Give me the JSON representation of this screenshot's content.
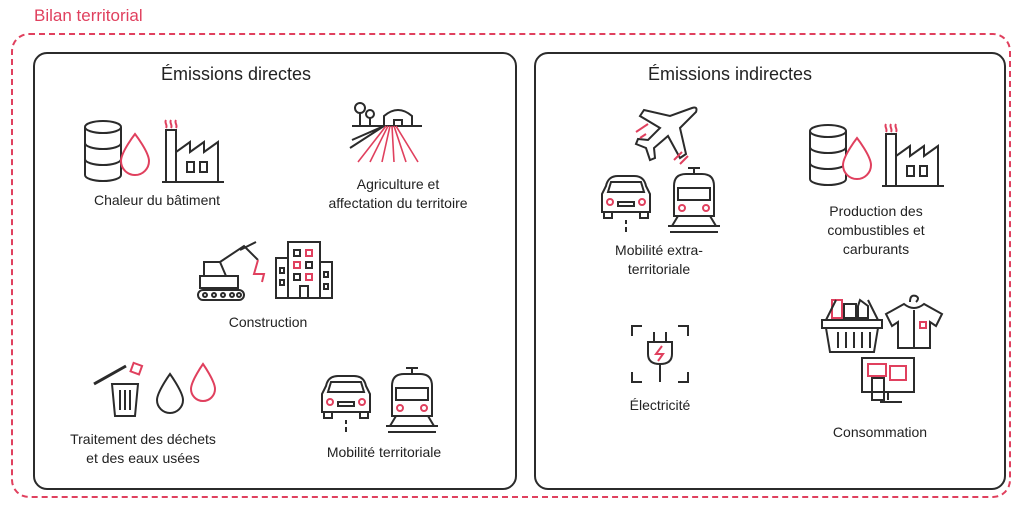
{
  "title": "Bilan territorial",
  "direct": {
    "heading": "Émissions directes",
    "items": {
      "chaleur": {
        "label": "Chaleur du bâtiment"
      },
      "agriculture": {
        "line1": "Agriculture et",
        "line2": "affectation du territoire"
      },
      "construction": {
        "label": "Construction"
      },
      "dechets": {
        "line1": "Traitement des déchets",
        "line2": "et des eaux usées"
      },
      "mobilite": {
        "label": "Mobilité territoriale"
      }
    }
  },
  "indirect": {
    "heading": "Émissions indirectes",
    "items": {
      "mobilite_extra": {
        "line1": "Mobilité extra-",
        "line2": "territoriale"
      },
      "production": {
        "line1": "Production des",
        "line2": "combustibles et",
        "line3": "carburants"
      },
      "electricite": {
        "label": "Électricité"
      },
      "consommation": {
        "label": "Consommation"
      }
    }
  },
  "colors": {
    "accent": "#e0405e",
    "stroke": "#2b2b2b"
  },
  "icons": [
    "oil-barrel-icon",
    "drop-icon",
    "factory-icon",
    "farm-field-icon",
    "excavator-icon",
    "building-icon",
    "trash-bin-icon",
    "car-icon",
    "train-icon",
    "airplane-icon",
    "plug-icon",
    "shopping-basket-icon",
    "shirt-icon",
    "device-icon"
  ]
}
